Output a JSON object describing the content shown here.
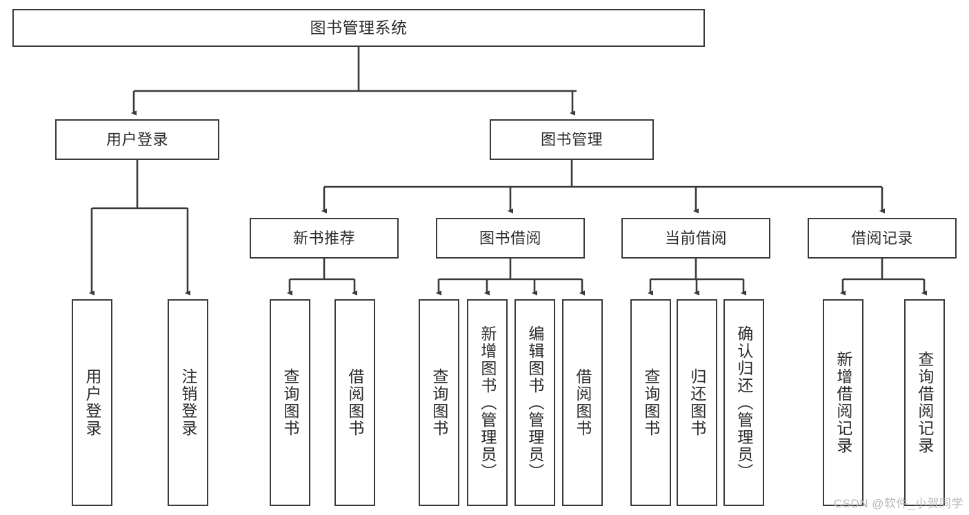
{
  "diagram": {
    "title": "图书管理系统",
    "type": "tree-hierarchy-chart",
    "watermark": "CSDN @软件_小贺同学",
    "colors": {
      "stroke": "#3a3a3a",
      "fill": "#ffffff",
      "text": "#2b2b2b",
      "watermark": "#b9b9b9"
    },
    "nodes": {
      "root": {
        "label": "图书管理系统"
      },
      "level2": [
        {
          "id": "user-login",
          "label": "用户登录"
        },
        {
          "id": "book-manage",
          "label": "图书管理"
        }
      ],
      "level3": [
        {
          "id": "new-book-recommend",
          "label": "新书推荐"
        },
        {
          "id": "book-borrow",
          "label": "图书借阅"
        },
        {
          "id": "current-borrow",
          "label": "当前借阅"
        },
        {
          "id": "borrow-record",
          "label": "借阅记录"
        }
      ],
      "leaves": [
        {
          "id": "leaf-user-login",
          "label": "用户登录"
        },
        {
          "id": "leaf-logout-login",
          "label": "注销登录"
        },
        {
          "id": "leaf-query-book-1",
          "label": "查询图书"
        },
        {
          "id": "leaf-borrow-book-1",
          "label": "借阅图书"
        },
        {
          "id": "leaf-query-book-2",
          "label": "查询图书"
        },
        {
          "id": "leaf-add-book",
          "label": "新增图书（管理员）"
        },
        {
          "id": "leaf-edit-book",
          "label": "编辑图书（管理员）"
        },
        {
          "id": "leaf-borrow-book-2",
          "label": "借阅图书"
        },
        {
          "id": "leaf-query-book-3",
          "label": "查询图书"
        },
        {
          "id": "leaf-return-book",
          "label": "归还图书"
        },
        {
          "id": "leaf-confirm-return",
          "label": "确认归还（管理员）"
        },
        {
          "id": "leaf-add-record",
          "label": "新增借阅记录"
        },
        {
          "id": "leaf-query-record",
          "label": "查询借阅记录"
        }
      ]
    }
  }
}
